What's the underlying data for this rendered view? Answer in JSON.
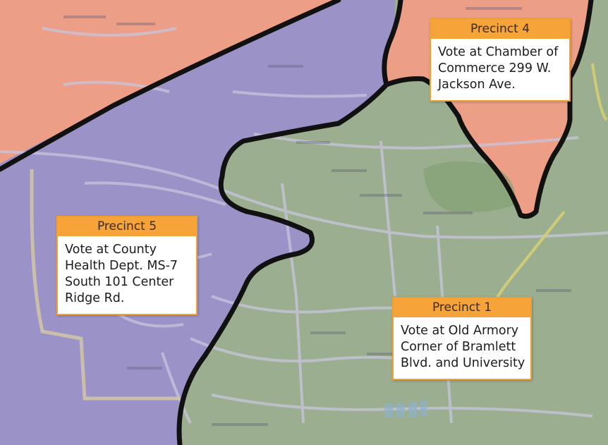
{
  "map": {
    "colors": {
      "precinct_4": "#ec9f86",
      "precinct_5": "#9b93c8",
      "precinct_1": "#9cae90",
      "border": "#111111",
      "road": "#c9c6dc",
      "highway": "#d9d27a"
    },
    "labels": [
      {
        "id": "precinct-4",
        "name": "Precinct 4",
        "lines": [
          "Vote at Chamber of",
          "Commerce 299 W.",
          "Jackson Ave."
        ]
      },
      {
        "id": "precinct-5",
        "name": "Precinct 5",
        "lines": [
          "Vote at County",
          "Health Dept. MS-7",
          "South 101 Center",
          "Ridge Rd."
        ]
      },
      {
        "id": "precinct-1",
        "name": "Precinct 1",
        "lines": [
          "Vote at Old Armory",
          "Corner of Bramlett",
          "Blvd. and University"
        ]
      }
    ]
  }
}
